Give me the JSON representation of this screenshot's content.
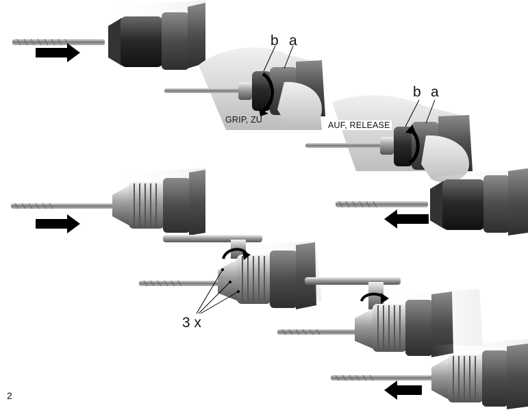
{
  "page_number": "2",
  "callouts": {
    "panel2_b": "b",
    "panel2_a": "a",
    "panel2_caption": "GRIP, ZU",
    "panel3_b": "b",
    "panel3_a": "a",
    "panel3_caption": "AUF, RELEASE",
    "key_points": "3 x"
  },
  "icons": {
    "insert_arrow": "arrow-right-icon",
    "remove_arrow": "arrow-left-icon",
    "rotate_close": "rotate-arrow-icon",
    "rotate_open": "rotate-arrow-icon"
  },
  "colors": {
    "chuck_dark": "#2b2b2b",
    "chuck_metal": "#a9a9a9",
    "housing": "#5a5a5a",
    "hand": "#d6d6d6",
    "arrow": "#000000"
  }
}
